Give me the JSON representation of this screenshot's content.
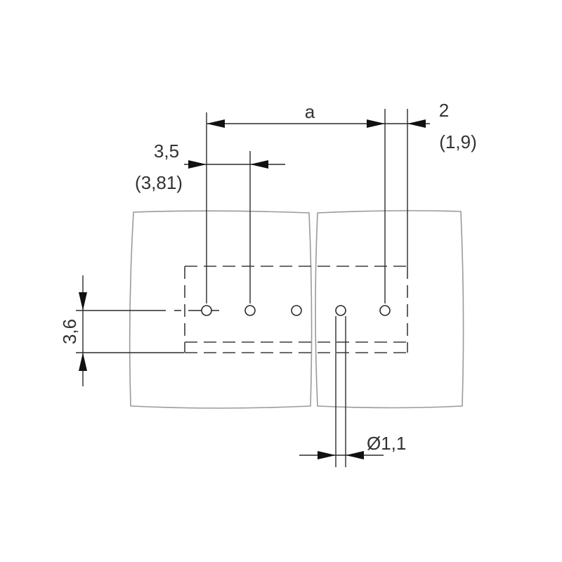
{
  "dimensions": {
    "pitch": "a",
    "edge_offset": "2",
    "edge_offset_alt": "(1,9)",
    "hole_spacing": "3,5",
    "hole_spacing_alt": "(3,81)",
    "row_offset": "3,6",
    "hole_diameter": "Ø1,1"
  },
  "modules": 2,
  "holes_per_row": 5,
  "colors": {
    "outline": "#9a9a9a",
    "lines": "#2a2a2a",
    "arrows": "#111111",
    "text": "#333333"
  }
}
